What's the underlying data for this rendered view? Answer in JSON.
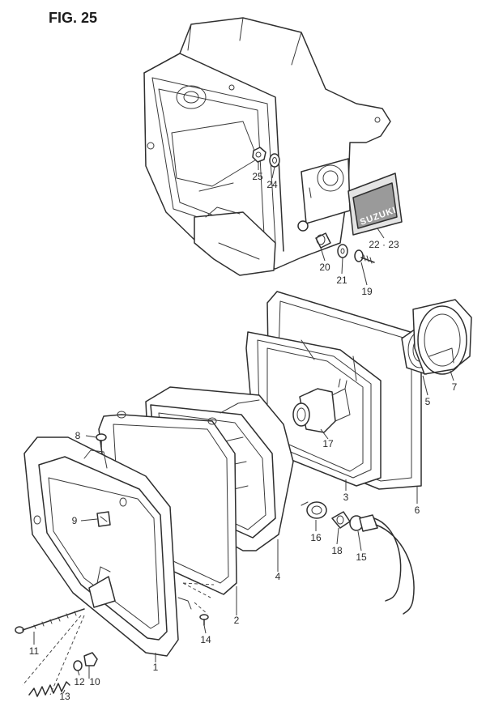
{
  "figure": {
    "title": "FIG. 25"
  },
  "badge_text": "SUZUKI",
  "callouts": [
    "1",
    "2",
    "3",
    "4",
    "5",
    "6",
    "7",
    "8",
    "9",
    "10",
    "11",
    "12",
    "13",
    "14",
    "15",
    "16",
    "17",
    "18",
    "19",
    "20",
    "21",
    "22 · 23",
    "24",
    "25"
  ]
}
